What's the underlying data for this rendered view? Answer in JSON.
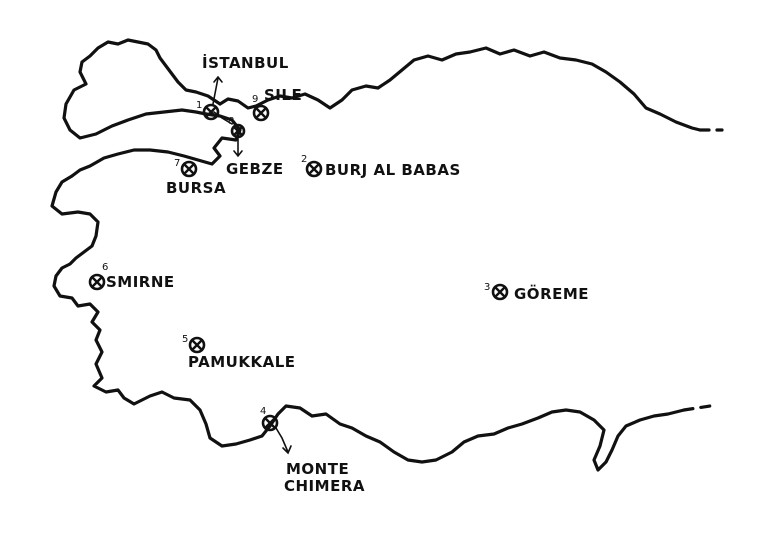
{
  "map": {
    "places": [
      {
        "num": "1",
        "name": "İSTANBUL"
      },
      {
        "num": "2",
        "name": "BURJ AL BABAS"
      },
      {
        "num": "3",
        "name": "GÖREME"
      },
      {
        "num": "4",
        "name": "MONTE",
        "name2": "CHIMERA"
      },
      {
        "num": "5",
        "name": "PAMUKKALE"
      },
      {
        "num": "6",
        "name": "SMIRNE"
      },
      {
        "num": "7",
        "name": "BURSA"
      },
      {
        "num": "8",
        "name": "GEBZE"
      },
      {
        "num": "9",
        "name": "SILE"
      }
    ]
  },
  "style": {
    "ink": "#111111",
    "background": "#ffffff"
  }
}
